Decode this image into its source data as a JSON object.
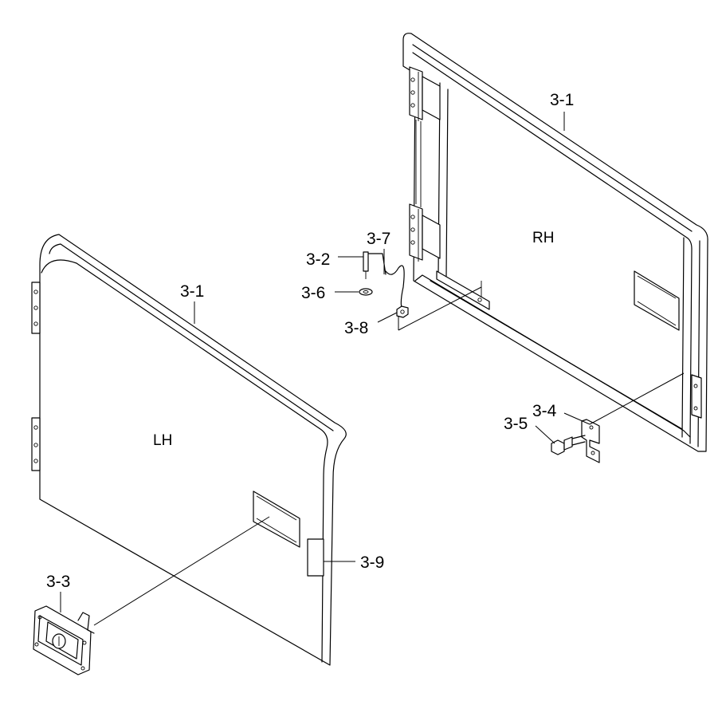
{
  "panels": {
    "left": "LH",
    "right": "RH"
  },
  "callouts": {
    "c31_right": "3-1",
    "c31_left": "3-1",
    "c32": "3-2",
    "c37": "3-7",
    "c36": "3-6",
    "c38": "3-8",
    "c34": "3-4",
    "c35": "3-5",
    "c33": "3-3",
    "c39": "3-9"
  }
}
